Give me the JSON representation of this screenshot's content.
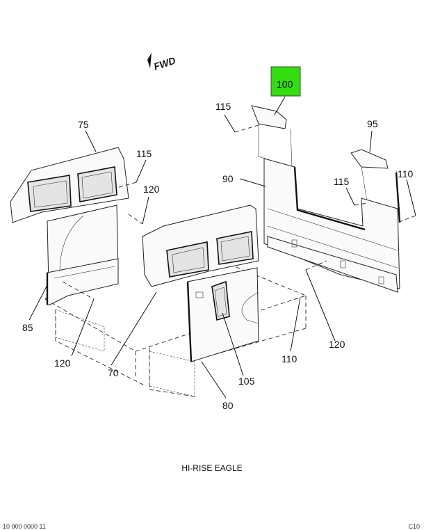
{
  "diagram": {
    "fwd_label": "FWD",
    "highlight_color": "#33dd11",
    "callouts": {
      "c100": "100",
      "c115a": "115",
      "c95": "95",
      "c110a": "110",
      "c90": "90",
      "c115b": "115",
      "c75": "75",
      "c115c": "115",
      "c120a": "120",
      "c85": "85",
      "c120b": "120",
      "c70": "70",
      "c105": "105",
      "c80": "80",
      "c110b": "110",
      "c120c": "120"
    },
    "caption": "HI-RISE EAGLE",
    "footer_left": "10 000 0000 11",
    "footer_right": "C10"
  }
}
